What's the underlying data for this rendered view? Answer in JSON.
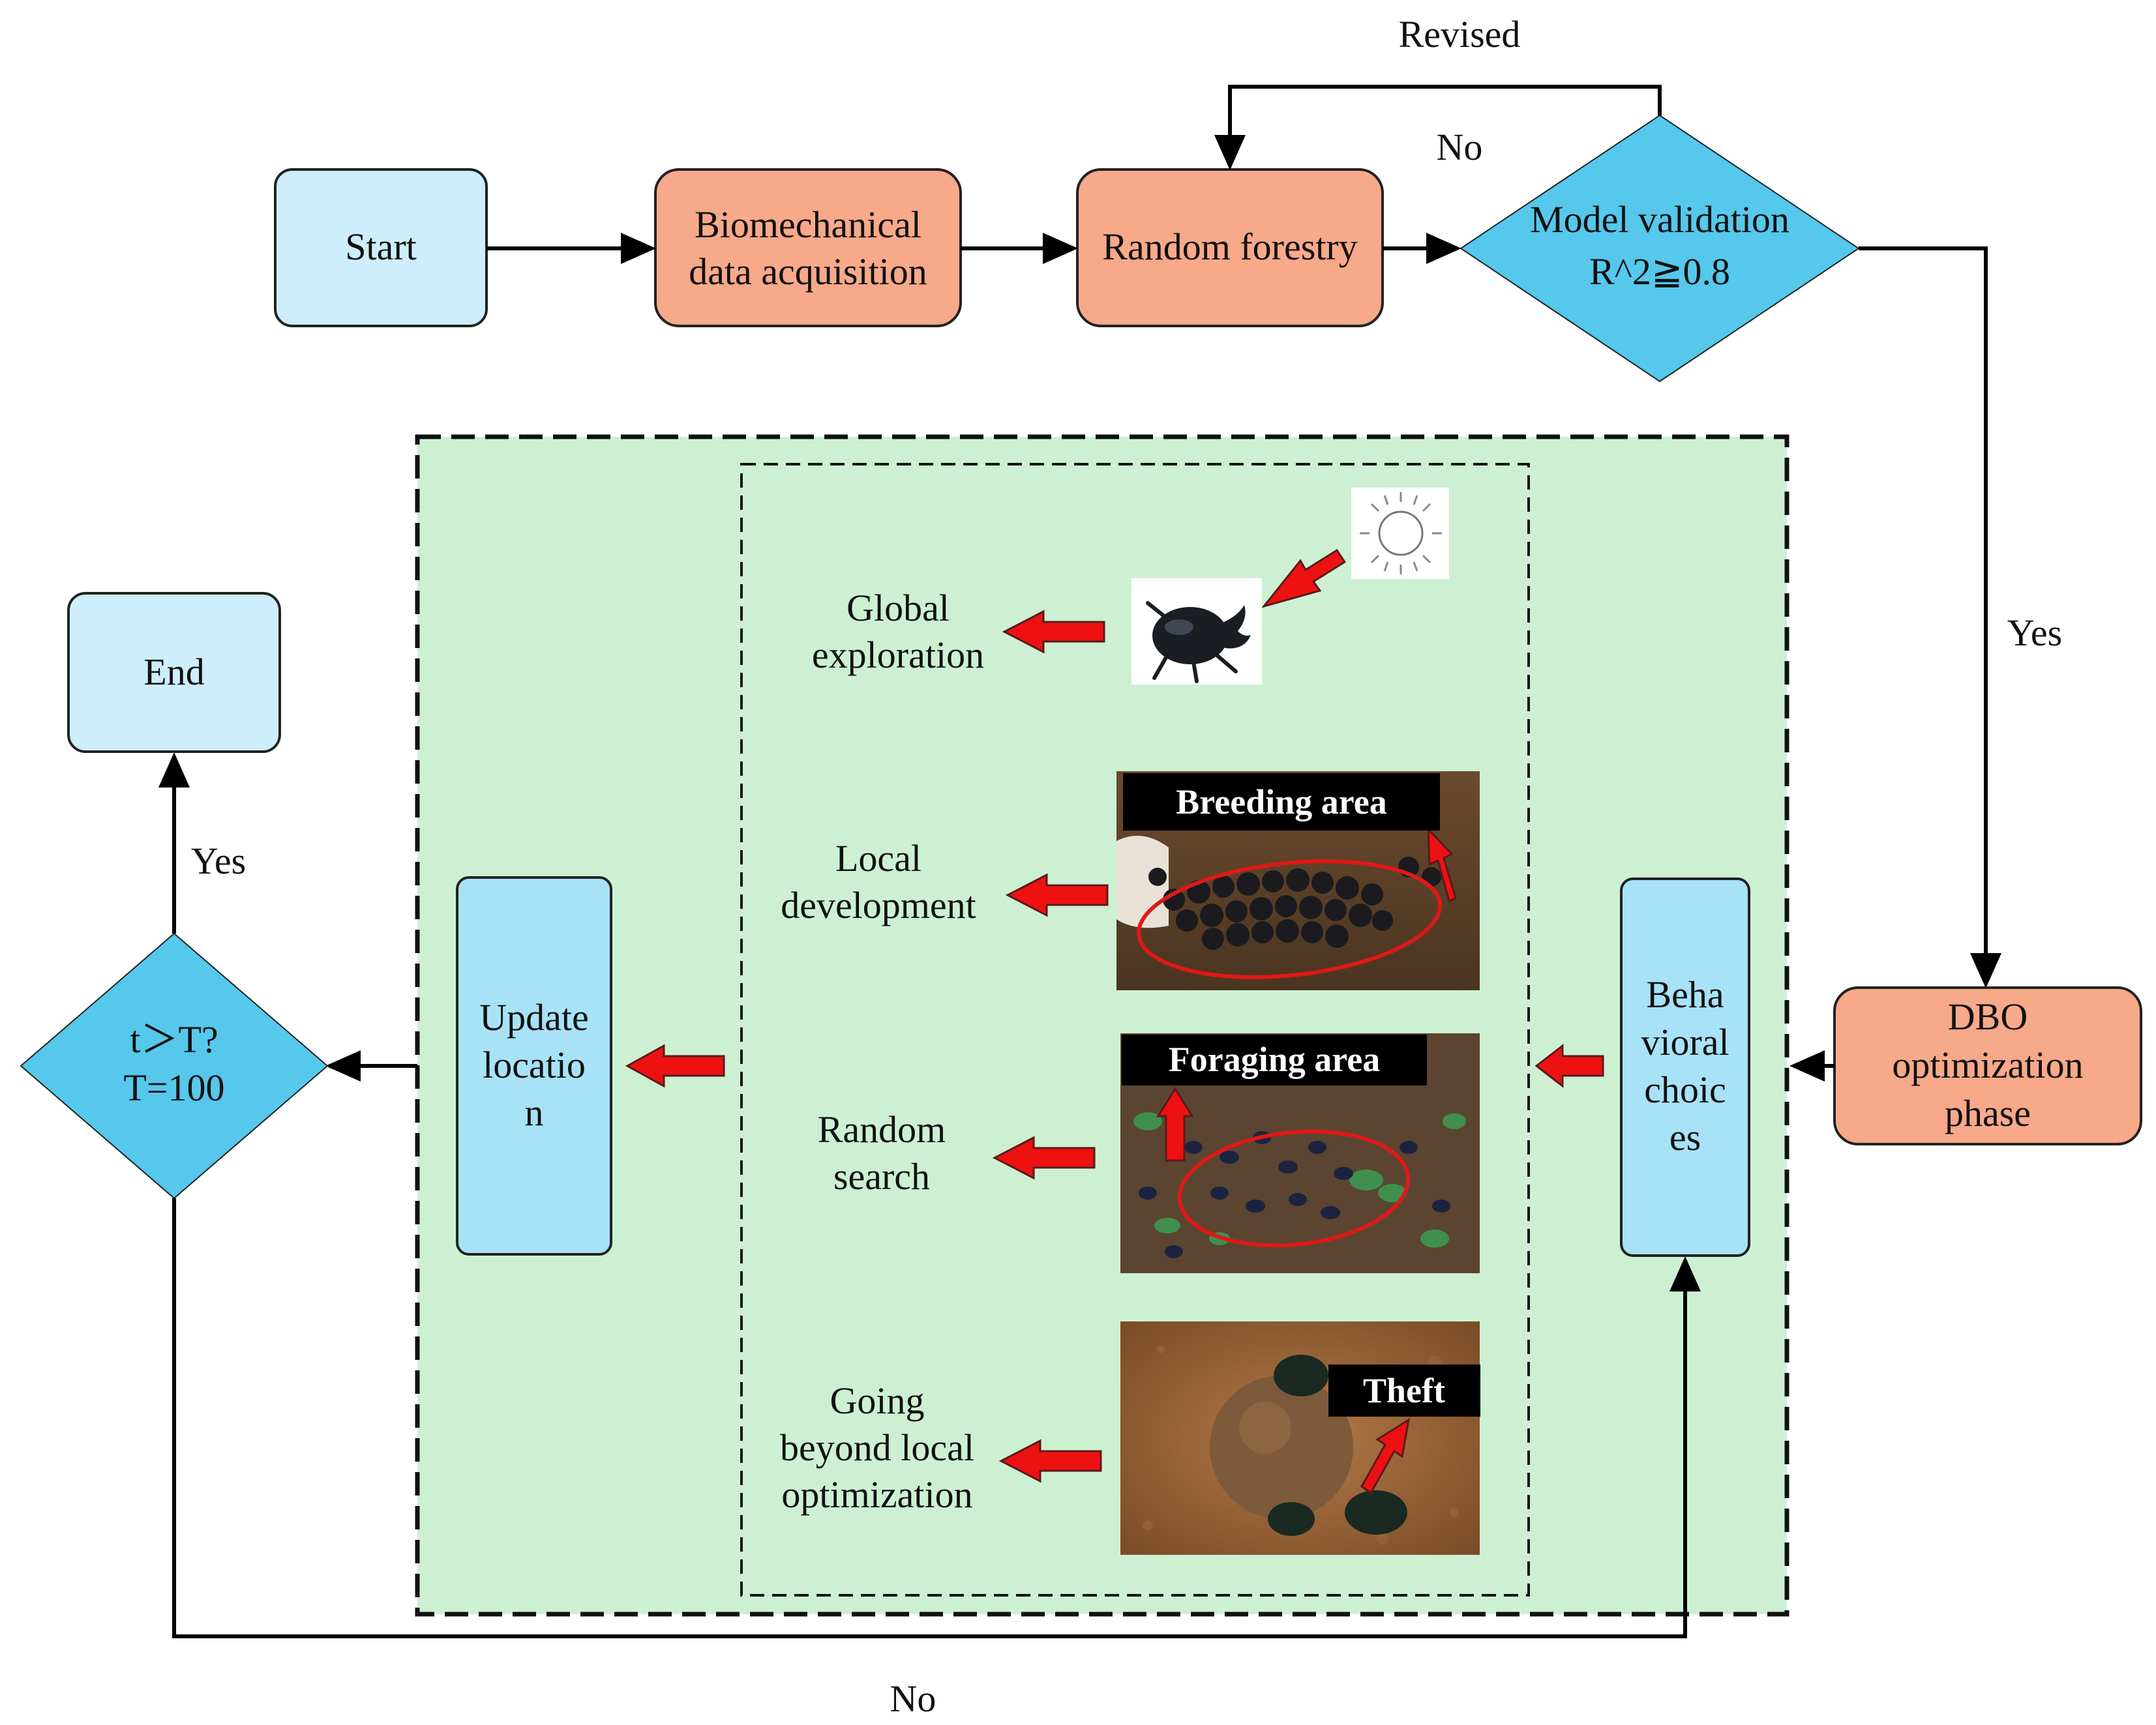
{
  "nodes": {
    "start": "Start",
    "acquisition": [
      "Biomechanical",
      "data acquisition"
    ],
    "random_forest": "Random forestry",
    "validation": [
      "Model validation",
      "R^2≧0.8"
    ],
    "dbo": [
      "DBO",
      "optimization",
      "phase"
    ],
    "behavioral": [
      "Beha",
      "vioral",
      "choic",
      "es"
    ],
    "update": [
      "Update",
      "locatio",
      "n"
    ],
    "termination": [
      "t＞T?",
      "T=100"
    ],
    "end": "End"
  },
  "edge_labels": {
    "revised": "Revised",
    "no_top": "No",
    "yes_right": "Yes",
    "yes_left": "Yes",
    "no_bottom": "No"
  },
  "behaviors": {
    "global": [
      "Global",
      "exploration"
    ],
    "local": [
      "Local",
      "development"
    ],
    "random": [
      "Random",
      "search"
    ],
    "beyond": [
      "Going",
      "beyond local",
      "optimization"
    ]
  },
  "photo_labels": {
    "breeding": "Breeding area",
    "foraging": "Foraging area",
    "theft": "Theft"
  },
  "colors": {
    "terminal_box": "#cdeefa",
    "process_box": "#f7a98a",
    "decision": "#55c8ec",
    "panel": "#cdf0d3",
    "inner_box": "#a8e2f7",
    "red_arrow": "#ee1111"
  }
}
